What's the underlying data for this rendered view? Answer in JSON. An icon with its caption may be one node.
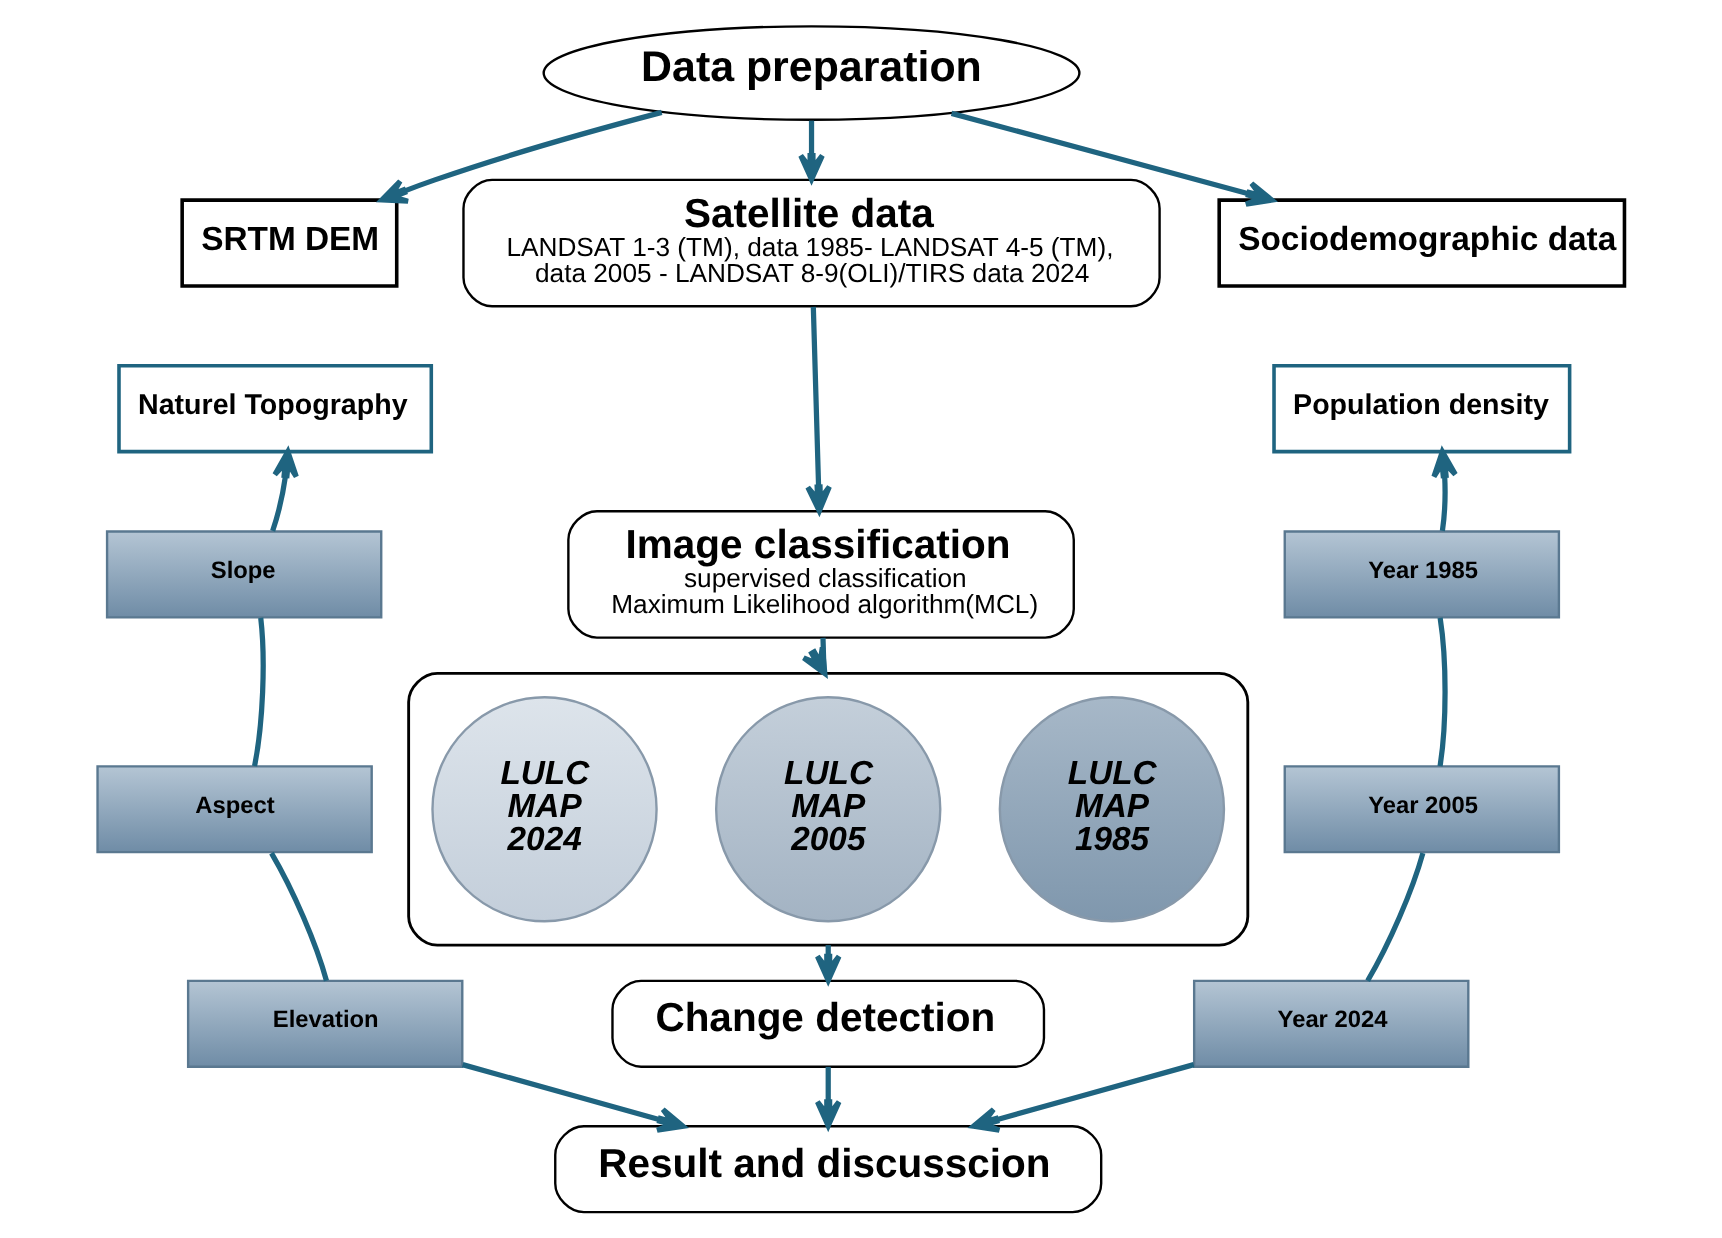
{
  "diagram": {
    "nodes": [
      {
        "text": [
          "Data preparation"
        ]
      },
      {
        "text": [
          "SRTM DEM"
        ]
      },
      {
        "text": [
          "Naturel Topography"
        ]
      },
      {
        "text": [
          "Slope"
        ]
      },
      {
        "text": [
          "Aspect"
        ]
      },
      {
        "text": [
          "Elevation"
        ]
      },
      {
        "text": [
          "Satellite data",
          "LANDSAT 1-3 (TM), data 1985- LANDSAT 4-5 (TM), data 2005 - LANDSAT 8-9(OLI)/TIRS data 2024"
        ]
      },
      {
        "text": [
          "Image classification",
          "supervised classification",
          "Maximum Likelihood algorithm(MCL)"
        ]
      },
      {
        "text": [],
        "shape": "box"
      },
      {
        "text": [
          "LULC MAP 1985"
        ],
        "in": 8
      },
      {
        "text": [
          "LULC MAP 2005"
        ],
        "in": 8
      },
      {
        "text": [
          "LULC MAP 2024"
        ],
        "in": 8
      },
      {
        "text": [
          "Sociodemographic data"
        ]
      },
      {
        "text": [
          "Population density"
        ]
      },
      {
        "text": [
          "Year 1985"
        ]
      },
      {
        "text": [
          "Year 2005"
        ]
      },
      {
        "text": [
          "Year 2024"
        ]
      },
      {
        "text": [
          "Change detection"
        ]
      },
      {
        "text": [
          "Result and discusscion"
        ]
      }
    ],
    "edges": [
      {
        "from": 0,
        "to": 1,
        "arrow": "to"
      },
      {
        "from": 0,
        "to": 6,
        "arrow": "to"
      },
      {
        "from": 0,
        "to": 12,
        "arrow": "to"
      },
      {
        "from": 5,
        "to": 4,
        "arrow": "none"
      },
      {
        "from": 4,
        "to": 3,
        "arrow": "none"
      },
      {
        "from": 3,
        "to": 2,
        "arrow": "to"
      },
      {
        "from": 5,
        "to": 18,
        "arrow": "to"
      },
      {
        "from": 6,
        "to": 7,
        "arrow": "to"
      },
      {
        "from": 7,
        "to": 8,
        "arrow": "to"
      },
      {
        "from": 8,
        "to": 17,
        "arrow": "to"
      },
      {
        "from": 17,
        "to": 18,
        "arrow": "to"
      },
      {
        "from": 16,
        "to": 15,
        "arrow": "none"
      },
      {
        "from": 15,
        "to": 14,
        "arrow": "none"
      },
      {
        "from": 14,
        "to": 13,
        "arrow": "to"
      },
      {
        "from": 16,
        "to": 18,
        "arrow": "to"
      }
    ]
  }
}
